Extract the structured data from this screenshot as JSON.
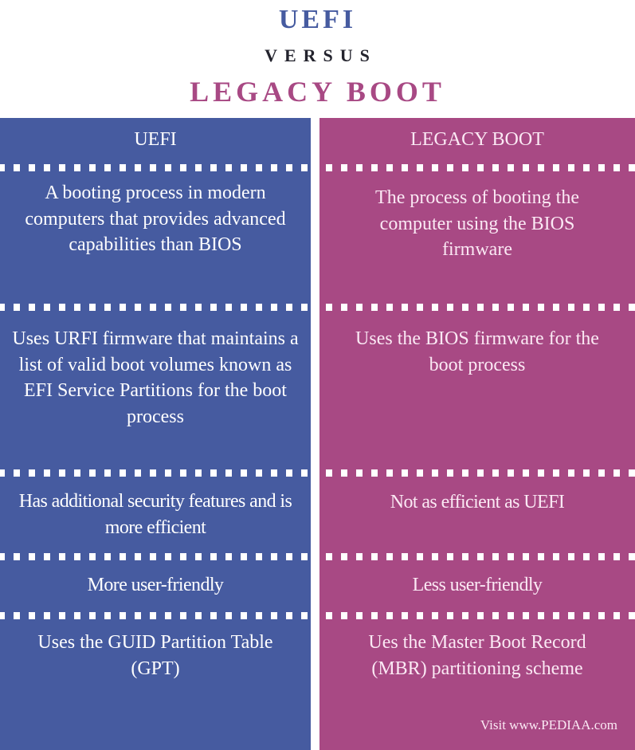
{
  "title": {
    "left": "UEFI",
    "versus": "VERSUS",
    "right": "LEGACY BOOT"
  },
  "colors": {
    "uefi_blue": "#465BA0",
    "legacy_magenta": "#A84984",
    "versus_dark": "#23232d",
    "separator": "#ffffff"
  },
  "columns": {
    "left": {
      "header": "UEFI",
      "rows": [
        "A booting process in modern computers that provides advanced capabilities than BIOS",
        "Uses URFI firmware that maintains a list of valid boot volumes known as EFI Service Partitions for the boot process",
        "Has additional security features and is more efficient",
        "More user-friendly",
        "Uses the GUID Partition Table (GPT)"
      ]
    },
    "right": {
      "header": "LEGACY BOOT",
      "rows": [
        "The process of booting the computer using the BIOS firmware",
        "Uses the BIOS firmware for the boot process",
        "Not as efficient as UEFI",
        "Less user-friendly",
        "Ues the Master Boot Record (MBR) partitioning scheme"
      ]
    }
  },
  "footer": {
    "credit": "Visit www.PEDIAA.com"
  }
}
